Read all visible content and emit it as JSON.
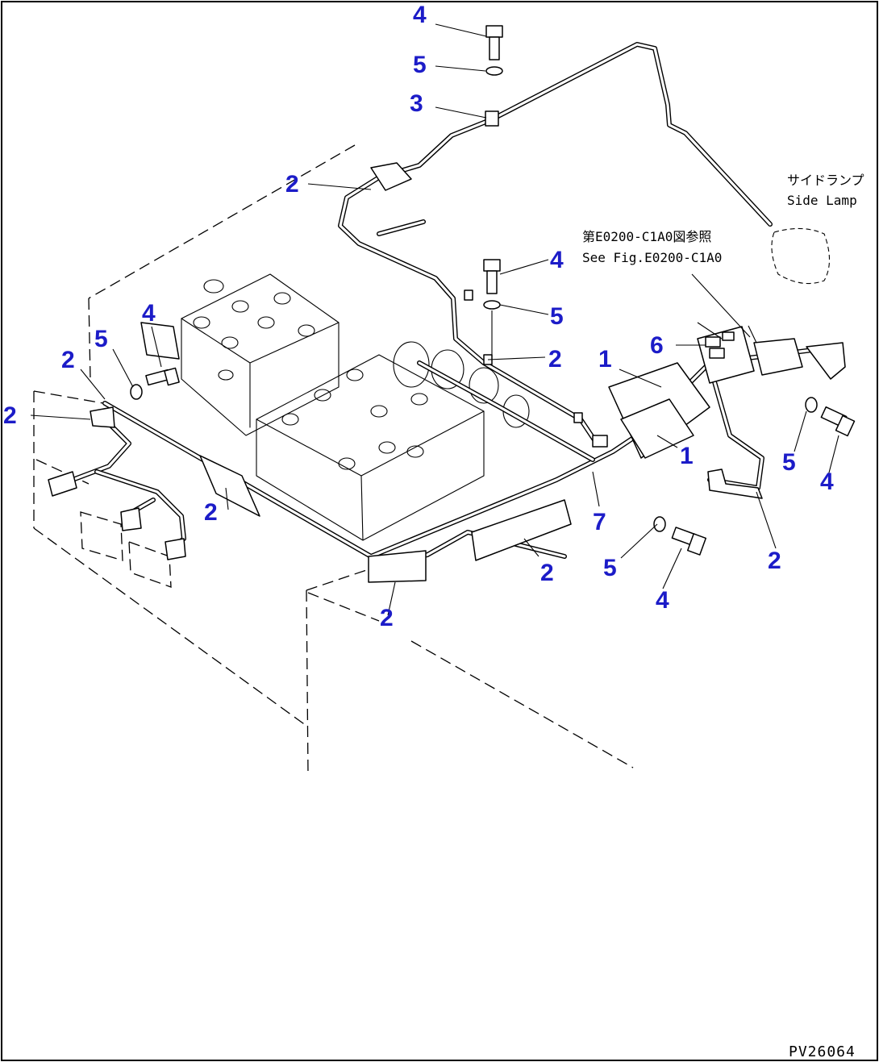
{
  "callouts": [
    {
      "number": "4"
    },
    {
      "number": "5"
    },
    {
      "number": "3"
    },
    {
      "number": "2"
    },
    {
      "number": "4"
    },
    {
      "number": "5"
    },
    {
      "number": "2"
    },
    {
      "number": "4"
    },
    {
      "number": "5"
    },
    {
      "number": "2"
    },
    {
      "number": "2"
    },
    {
      "number": "1"
    },
    {
      "number": "6"
    },
    {
      "number": "1"
    },
    {
      "number": "5"
    },
    {
      "number": "4"
    },
    {
      "number": "2"
    },
    {
      "number": "7"
    },
    {
      "number": "2"
    },
    {
      "number": "5"
    },
    {
      "number": "4"
    },
    {
      "number": "2"
    },
    {
      "number": "2"
    }
  ],
  "notes": {
    "side_lamp_jp": "サイドランプ",
    "side_lamp_en": "Side Lamp",
    "ref_jp": "第E0200-C1A0図参照",
    "ref_en": "See Fig.E0200-C1A0"
  },
  "drawing_code": "PV26064"
}
